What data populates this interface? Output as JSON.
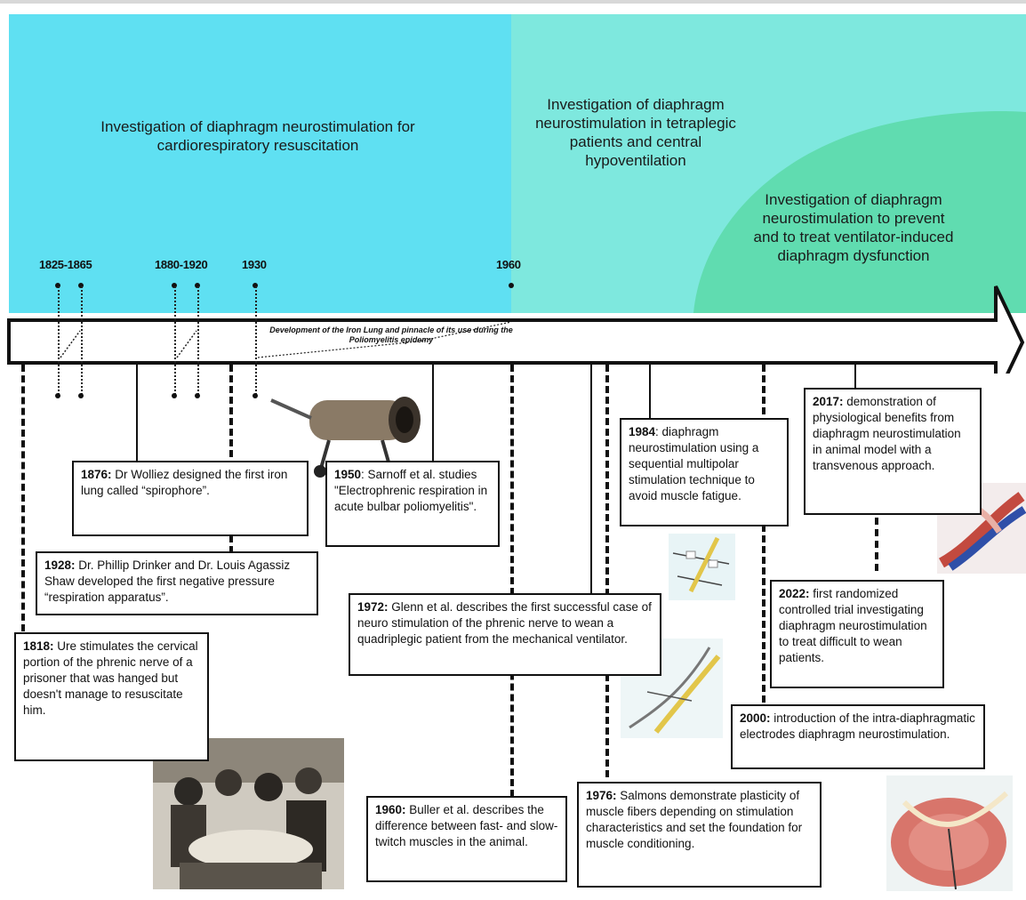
{
  "phases": [
    {
      "label": "Investigation of diaphragm neurostimulation for cardiorespiratory resuscitation",
      "color": "#5fe0f2"
    },
    {
      "label": "Investigation of diaphragm neurostimulation in tetraplegic patients and central hypoventilation",
      "color": "#7ee8de"
    },
    {
      "label": "Investigation of diaphragm neurostimulation to prevent and to treat ventilator-induced diaphragm dysfunction",
      "color": "#60dcb0"
    }
  ],
  "year_labels": [
    "1825-1865",
    "1880-1920",
    "1930",
    "1960"
  ],
  "iron_lung_note": "Development of the Iron Lung and pinnacle of its use during the Poliomyelitis epidemy",
  "events": [
    {
      "year": "1876:",
      "text": " Dr Wolliez designed the first iron lung called “spirophore”."
    },
    {
      "year": "1928:",
      "text": " Dr. Phillip Drinker and Dr. Louis Agassiz Shaw developed the first negative pressure “respiration apparatus”."
    },
    {
      "year": "1818:",
      "text": " Ure stimulates the cervical portion of the phrenic nerve of a prisoner that was hanged but doesn't manage to resuscitate him."
    },
    {
      "year": "1950",
      "text": ": Sarnoff et al. studies \"Electrophrenic respiration in acute bulbar poliomyelitis\"."
    },
    {
      "year": "1972:",
      "text": " Glenn et al. describes the first successful case of neuro stimulation of the phrenic nerve to wean a quadriplegic patient from the mechanical ventilator."
    },
    {
      "year": "1960:",
      "text": " Buller et al. describes the difference between fast- and slow-twitch muscles in the animal."
    },
    {
      "year": "1984",
      "text": ": diaphragm neurostimulation using a sequential multipolar stimulation technique to avoid muscle fatigue."
    },
    {
      "year": "1976:",
      "text": " Salmons demonstrate plasticity of muscle fibers depending on stimulation characteristics and set the foundation for muscle conditioning."
    },
    {
      "year": "2017:",
      "text": " demonstration of physiological benefits from diaphragm neurostimulation in animal model with a transvenous approach."
    },
    {
      "year": "2022:",
      "text": " first randomized controlled trial investigating diaphragm neurostimulation to treat difficult to wean patients."
    },
    {
      "year": "2000:",
      "text": " introduction of the intra-diaphragmatic electrodes diaphragm neurostimulation."
    }
  ],
  "illustrations": [
    "iron-lung-photo-icon",
    "resuscitation-engraving-icon",
    "multipolar-electrode-icon",
    "intradiaphragmatic-electrode-icon",
    "transvenous-catheter-icon",
    "diaphragm-muscle-icon"
  ]
}
